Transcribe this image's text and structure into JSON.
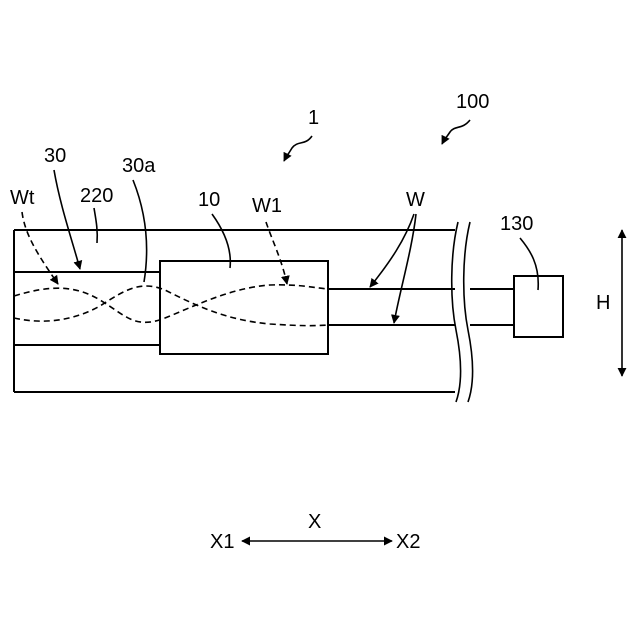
{
  "labels": {
    "ref_100": "100",
    "ref_1": "1",
    "ref_30": "30",
    "ref_30a": "30a",
    "ref_220": "220",
    "ref_wt": "Wt",
    "ref_10": "10",
    "ref_w1": "W1",
    "ref_w": "W",
    "ref_130": "130",
    "dir_h": "H",
    "dir_x": "X",
    "dir_x1": "X1",
    "dir_x2": "X2"
  }
}
